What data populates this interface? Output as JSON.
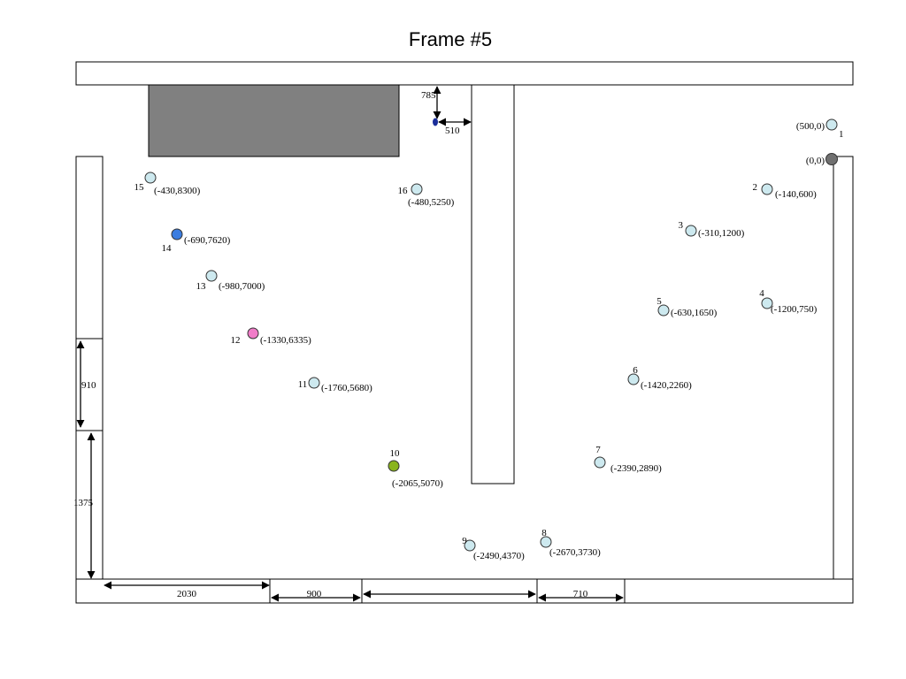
{
  "title": "Frame #5",
  "colors": {
    "default_point": "#cde9ef",
    "origin_point": "#707070",
    "point_14": "#3b7de0",
    "point_12": "#f07cc8",
    "point_10": "#8ab41e",
    "small_marker": "#1a2e9a",
    "shaded_block": "#808080"
  },
  "points": [
    {
      "id": "1",
      "coord": "(500,0)",
      "color_key": "default_point"
    },
    {
      "id": "origin",
      "coord": "(0,0)",
      "color_key": "origin_point"
    },
    {
      "id": "2",
      "coord": "(-140,600)",
      "color_key": "default_point"
    },
    {
      "id": "3",
      "coord": "(-310,1200)",
      "color_key": "default_point"
    },
    {
      "id": "4",
      "coord": "(-1200,750)",
      "color_key": "default_point"
    },
    {
      "id": "5",
      "coord": "(-630,1650)",
      "color_key": "default_point"
    },
    {
      "id": "6",
      "coord": "(-1420,2260)",
      "color_key": "default_point"
    },
    {
      "id": "7",
      "coord": "(-2390,2890)",
      "color_key": "default_point"
    },
    {
      "id": "8",
      "coord": "(-2670,3730)",
      "color_key": "default_point"
    },
    {
      "id": "9",
      "coord": "(-2490,4370)",
      "color_key": "default_point"
    },
    {
      "id": "10",
      "coord": "(-2065,5070)",
      "color_key": "point_10"
    },
    {
      "id": "11",
      "coord": "(-1760,5680)",
      "color_key": "default_point"
    },
    {
      "id": "12",
      "coord": "(-1330,6335)",
      "color_key": "point_12"
    },
    {
      "id": "13",
      "coord": "(-980,7000)",
      "color_key": "default_point"
    },
    {
      "id": "14",
      "coord": "(-690,7620)",
      "color_key": "point_14"
    },
    {
      "id": "15",
      "coord": "(-430,8300)",
      "color_key": "default_point"
    },
    {
      "id": "16",
      "coord": "(-480,5250)",
      "color_key": "default_point"
    }
  ],
  "dimensions": {
    "d785": "785",
    "d510": "510",
    "d910": "910",
    "d1375": "1375",
    "d2030": "2030",
    "d900": "900",
    "d710": "710"
  }
}
